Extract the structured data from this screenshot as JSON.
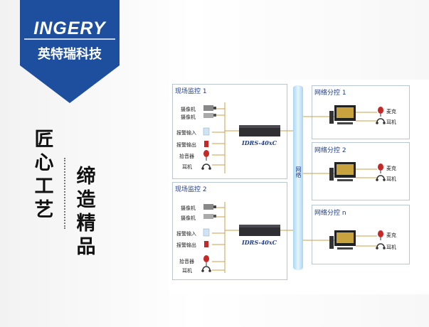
{
  "brand": {
    "logo_text": "INGERY",
    "company_name": "英特瑞科技",
    "banner_color": "#1d4f9e"
  },
  "slogan": {
    "left": [
      "匠",
      "心",
      "工",
      "艺"
    ],
    "right": [
      "缔",
      "造",
      "精",
      "品"
    ]
  },
  "diagram": {
    "sites": [
      {
        "title": "现场监控 1",
        "camera1": "摄像机",
        "camera2": "摄像机",
        "alarm_in": "报警输入",
        "alarm_out": "报警输出",
        "pickup": "拾音器",
        "earphone": "耳机",
        "device": "IDRS-40xC"
      },
      {
        "title": "现场监控 2",
        "camera1": "摄像机",
        "camera2": "摄像机",
        "alarm_in": "报警输入",
        "alarm_out": "报警输出",
        "pickup": "拾音器",
        "earphone": "耳机",
        "device": "IDRS-40xC"
      }
    ],
    "network_label": "网络",
    "centers": [
      {
        "title": "网络分控 1",
        "mic": "麦克",
        "earphone": "耳机"
      },
      {
        "title": "网络分控 2",
        "mic": "麦克",
        "earphone": "耳机"
      },
      {
        "title": "网络分控 n",
        "mic": "麦克",
        "earphone": "耳机"
      }
    ],
    "colors": {
      "line": "#c9a24a",
      "box_border": "#b9c7d3",
      "title": "#1f3c88"
    }
  }
}
